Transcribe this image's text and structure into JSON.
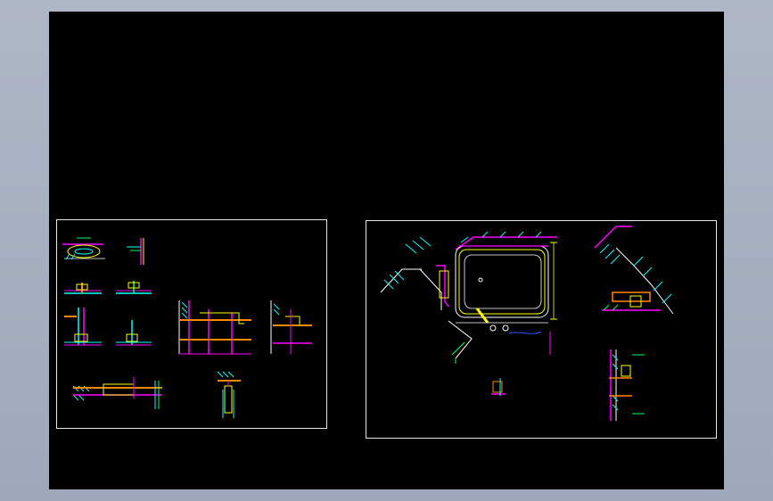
{
  "viewer": {
    "background_color": "#000000",
    "sheet_border_color": "#e8e8e8"
  },
  "palette": {
    "yellow": "#ffff00",
    "cyan": "#00ffff",
    "magenta": "#ff00ff",
    "orange": "#ff8800",
    "green": "#00ff66",
    "white": "#ffffff",
    "blue": "#3355ff",
    "red": "#ff2222"
  },
  "sheets": [
    {
      "id": "left",
      "content": "construction-detail-sections"
    },
    {
      "id": "right",
      "content": "bathtub-plan-and-details"
    }
  ]
}
